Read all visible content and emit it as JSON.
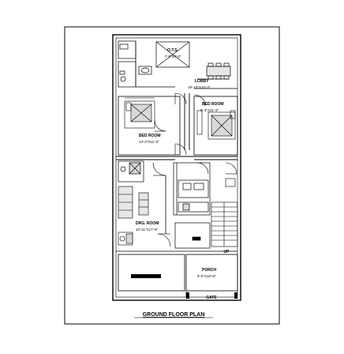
{
  "plan": {
    "title": "GROUND FLOOR PLAN",
    "rooms": {
      "ots": {
        "name": "O.T.S.",
        "size": "7'-9\"X8'-0\""
      },
      "lobby": {
        "name": "LOBBY",
        "size": "19'-10\"X10'-3\""
      },
      "bed1": {
        "name": "BED ROOM",
        "size": "9'-3\"X11'-3\""
      },
      "bed2": {
        "name": "BED ROOM",
        "size": "13'-3\"X11'-3\""
      },
      "drawing": {
        "name": "DRG. ROOM",
        "size": "10'-11\"X17'-8\""
      },
      "porch": {
        "name": "PORCH",
        "size": "9'-0\"X10'-8\""
      }
    },
    "markers": {
      "up": "UP",
      "gate": "GATE"
    }
  }
}
